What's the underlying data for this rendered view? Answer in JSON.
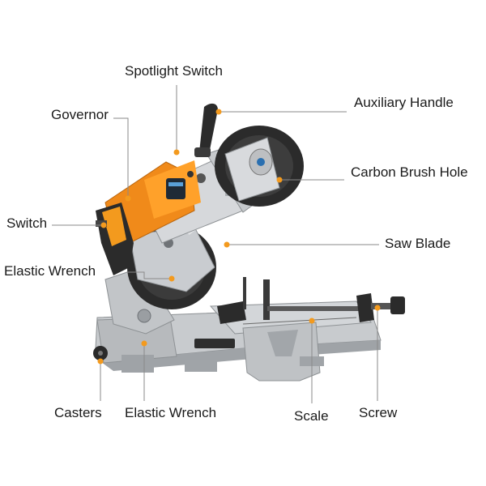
{
  "labels": {
    "spotlight_switch": "Spotlight Switch",
    "governor": "Governor",
    "auxiliary_handle": "Auxiliary Handle",
    "carbon_brush_hole": "Carbon Brush Hole",
    "switch": "Switch",
    "saw_blade": "Saw Blade",
    "elastic_wrench_top": "Elastic Wrench",
    "casters": "Casters",
    "elastic_wrench_bottom": "Elastic Wrench",
    "scale": "Scale",
    "screw": "Screw"
  },
  "colors": {
    "leader": "#8a8a8a",
    "marker": "#f39a1e",
    "body_orange": "#f08a1a",
    "metal": "#b9bcbf",
    "dark": "#2b2b2b"
  }
}
